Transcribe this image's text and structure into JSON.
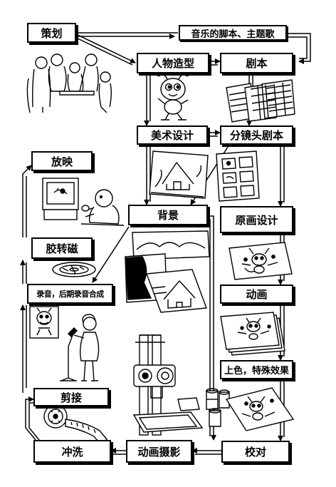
{
  "diagram": {
    "nodes": {
      "planning": "策划",
      "music_script_theme": "音乐的脚本、主题歌",
      "character_design": "人物造型",
      "script": "剧本",
      "art_design": "美术设计",
      "storyboard": "分镜头剧本",
      "screening": "放映",
      "background": "背景",
      "key_animation": "原画设计",
      "film_transfer": "胶转磁",
      "recording": "录音，后期录音合成",
      "animation": "动画",
      "coloring_effects": "上色，特殊效果",
      "editing": "剪接",
      "developing": "冲洗",
      "animation_photography": "动画摄影",
      "proofreading": "校对"
    },
    "illustrations": [
      "meeting-people-illustration",
      "ant-character-illustration",
      "script-pages-illustration",
      "house-drawing-illustration",
      "storyboard-sheet-illustration",
      "tv-viewer-illustration",
      "film-reel-illustration",
      "background-art-illustration",
      "key-drawing-illustration",
      "singer-recording-illustration",
      "animation-sheets-illustration",
      "animation-camera-stand-illustration",
      "paint-jars-illustration",
      "film-strip-illustration"
    ]
  }
}
